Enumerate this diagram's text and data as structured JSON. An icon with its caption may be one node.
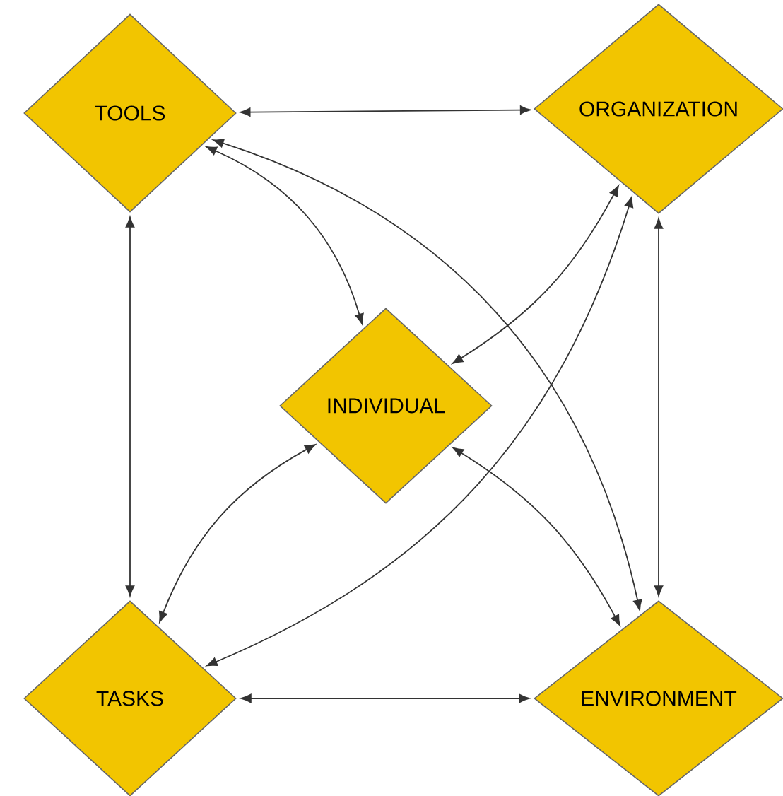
{
  "diagram": {
    "nodes": [
      {
        "text": [
          "TOOLS"
        ]
      },
      {
        "text": [
          "ORGANIZATION"
        ]
      },
      {
        "text": [
          "INDIVIDUAL"
        ]
      },
      {
        "text": [
          "TASKS"
        ]
      },
      {
        "text": [
          "ENVIRONMENT"
        ]
      }
    ],
    "edges": [
      {
        "from": 0,
        "to": 1,
        "arrow": "both"
      },
      {
        "from": 0,
        "to": 3,
        "arrow": "both"
      },
      {
        "from": 3,
        "to": 4,
        "arrow": "both"
      },
      {
        "from": 1,
        "to": 4,
        "arrow": "both"
      },
      {
        "from": 0,
        "to": 2,
        "arrow": "both"
      },
      {
        "from": 1,
        "to": 2,
        "arrow": "both"
      },
      {
        "from": 2,
        "to": 3,
        "arrow": "both"
      },
      {
        "from": 2,
        "to": 4,
        "arrow": "both"
      },
      {
        "from": 0,
        "to": 4,
        "arrow": "both"
      },
      {
        "from": 1,
        "to": 3,
        "arrow": "both"
      }
    ]
  }
}
